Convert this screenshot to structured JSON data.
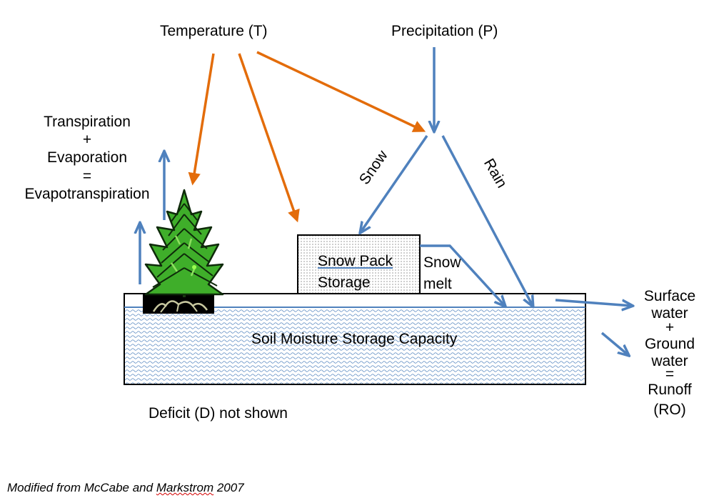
{
  "labels": {
    "temperature": "Temperature (T)",
    "precipitation": "Precipitation (P)",
    "et_line1": "Transpiration",
    "et_line2": "+",
    "et_line3": "Evaporation",
    "et_line4": "=",
    "et_line5": "Evapotranspiration",
    "snow": "Snow",
    "rain": "Rain",
    "snowpack_line1": "Snow Pack",
    "snowpack_line2": "Storage",
    "snowmelt_line1": "Snow",
    "snowmelt_line2": "melt",
    "soil": "Soil Moisture Storage Capacity",
    "runoff_line1": "Surface",
    "runoff_line2": "water",
    "runoff_line3": "+",
    "runoff_line4": "Ground",
    "runoff_line5": "water",
    "runoff_line6": "=",
    "runoff_line7": "Runoff",
    "runoff_line8": "(RO)",
    "deficit": "Deficit (D) not shown",
    "credit_prefix": "Modified from  McCabe and ",
    "credit_name": "Markstrom",
    "credit_suffix": " 2007"
  },
  "colors": {
    "temperature_arrow": "#e36c0a",
    "water_arrow": "#4f81bd",
    "outline": "#000000",
    "water_pattern": "#4f81bd"
  },
  "icons": [
    "tree-icon"
  ]
}
